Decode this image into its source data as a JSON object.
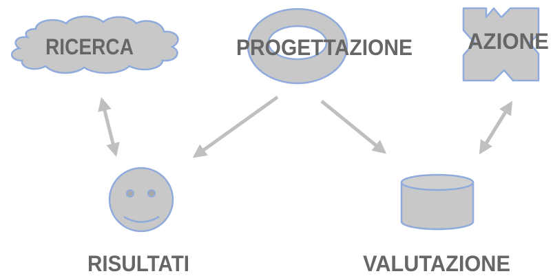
{
  "nodes": {
    "ricerca": "RICERCA",
    "progettazione": "PROGETTAZIONE",
    "azione": "AZIONE",
    "risultati": "RISULTATI",
    "valutazione": "VALUTAZIONE"
  },
  "colors": {
    "shape_fill": "#c8c8c8",
    "shape_stroke": "#8faadc",
    "arrow": "#bfbfbf",
    "text": "#666666"
  }
}
